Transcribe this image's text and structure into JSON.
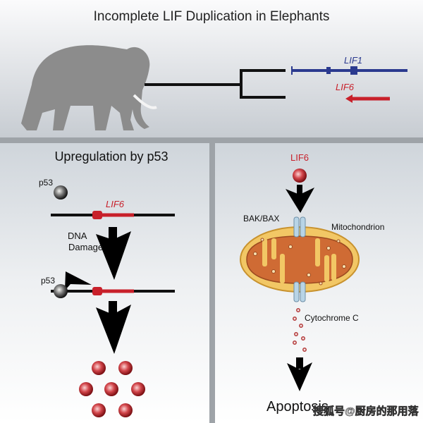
{
  "title": "Incomplete LIF Duplication in Elephants",
  "top": {
    "gene1": "LIF1",
    "gene2": "LIF6"
  },
  "left": {
    "heading": "Upregulation by p53",
    "p53_label_1": "p53",
    "gene_label": "LIF6",
    "damage_line1": "DNA",
    "damage_line2": "Damage",
    "p53_label_2": "p53"
  },
  "right": {
    "gene_label": "LIF6",
    "channel_label": "BAK/BAX",
    "organelle_label": "Mitochondrion",
    "release_label": "Cytochrome C",
    "outcome_label": "Apoptosis"
  },
  "watermark": "搜狐号@厨房的那用落",
  "colors": {
    "blue": "#2b3a8f",
    "red": "#c8202a",
    "elephant": "#8c8c8c",
    "mito_outer": "#f2c765",
    "mito_inner": "#cf6b34"
  }
}
